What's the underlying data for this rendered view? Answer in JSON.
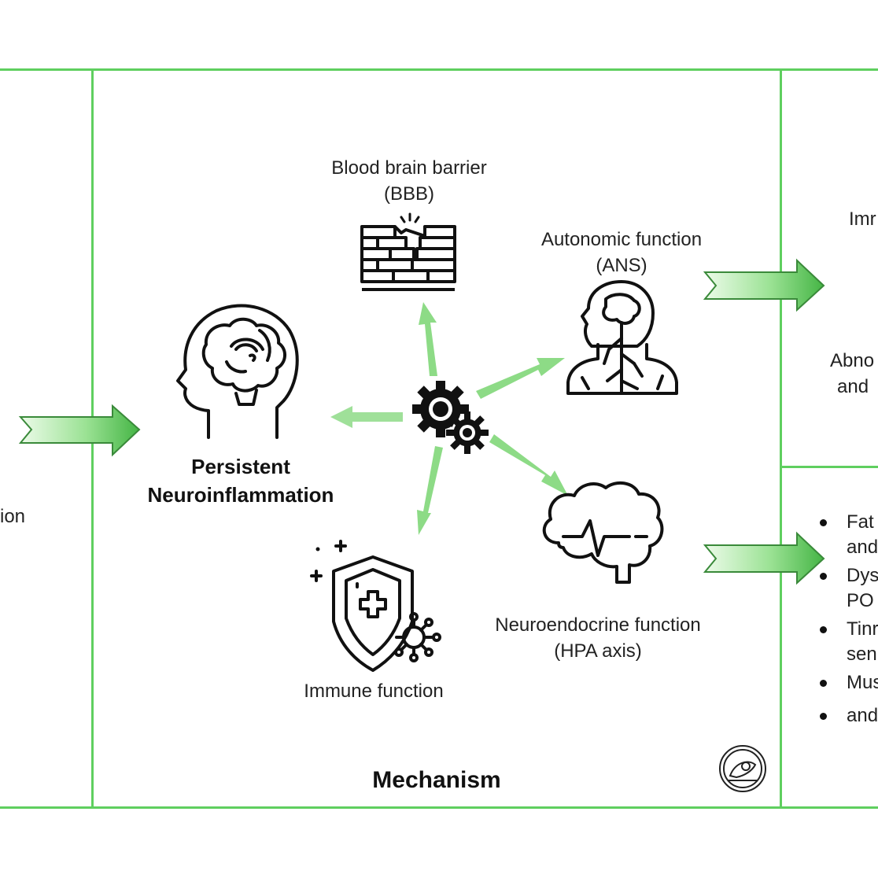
{
  "left_panel": {
    "partial_text": "ion"
  },
  "center": {
    "title": "Mechanism",
    "persistent": [
      "Persistent",
      "Neuroinflammation"
    ],
    "bbb": [
      "Blood brain barrier",
      "(BBB)"
    ],
    "ans": [
      "Autonomic function",
      "(ANS)"
    ],
    "hpa": [
      "Neuroendocrine function",
      "(HPA axis)"
    ],
    "immune": "Immune function"
  },
  "right_top": {
    "partial_1": "Imr",
    "partial_2a": "Abno",
    "partial_2b": "and"
  },
  "right_bottom": {
    "bullets": [
      [
        "Fat",
        "and"
      ],
      [
        "Dys",
        "PO"
      ],
      [
        "Tinr",
        "sen"
      ],
      [
        "Mus"
      ],
      [
        "and"
      ]
    ]
  },
  "colors": {
    "frame": "#5fcf5f",
    "arrow_light": "#e9f9e6",
    "arrow_dark": "#45b545"
  },
  "icons": [
    "head-brain-icon",
    "brick-wall-icon",
    "body-nervous-icon",
    "brain-pulse-icon",
    "shield-virus-icon",
    "gears-icon",
    "journal-seal-icon"
  ]
}
